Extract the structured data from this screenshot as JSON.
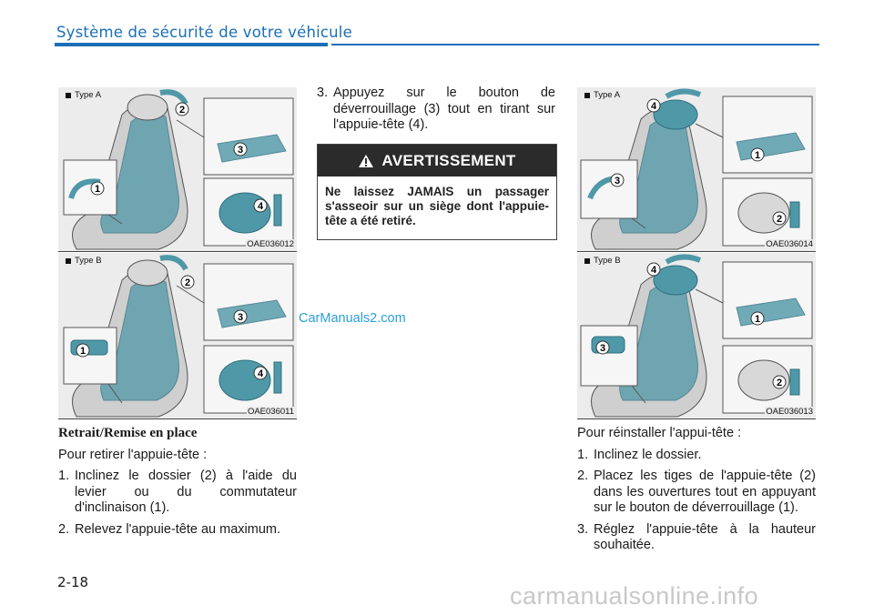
{
  "header": {
    "title": "Système de sécurité de votre véhicule"
  },
  "figures": {
    "left_top": {
      "type_label": "Type A",
      "code": "OAE036012"
    },
    "left_bottom": {
      "type_label": "Type B",
      "code": "OAE036011"
    },
    "right_top": {
      "type_label": "Type A",
      "code": "OAE036014"
    },
    "right_bottom": {
      "type_label": "Type B",
      "code": "OAE036013"
    }
  },
  "callouts": {
    "c1": "1",
    "c2": "2",
    "c3": "3",
    "c4": "4"
  },
  "removal": {
    "title": "Retrait/Remise en place",
    "intro": "Pour retirer l'appuie-tête :",
    "steps": [
      {
        "num": "1.",
        "text": "Inclinez le dossier (2) à l'aide du levier ou du commutateur d'inclinaison (1)."
      },
      {
        "num": "2.",
        "text": "Relevez l'appuie-tête au maximum."
      },
      {
        "num": "3.",
        "text": "Appuyez sur le bouton de déverrouillage (3) tout en tirant sur l'appuie-tête (4)."
      }
    ]
  },
  "warning": {
    "heading": "AVERTISSEMENT",
    "body": "Ne laissez JAMAIS un passager s'asseoir sur un siège dont l'appuie-tête a été retiré."
  },
  "reinstall": {
    "intro": "Pour réinstaller l'appui-tête :",
    "steps": [
      {
        "num": "1.",
        "text": "Inclinez le dossier."
      },
      {
        "num": "2.",
        "text": "Placez les tiges de l'appuie-tête (2) dans les ouvertures tout en appuyant sur le bouton de déverrouillage (1)."
      },
      {
        "num": "3.",
        "text": "Réglez l'appuie-tête à la hauteur souhaitée."
      }
    ]
  },
  "watermark": "CarManuals2.com",
  "page_number": "2-18",
  "footer_watermark": "carmanualsonline.info",
  "colors": {
    "accent": "#1a6fb8",
    "teal_part": "#4f98a8",
    "warning_header": "#2b2b2b",
    "watermark": "#2a9fd8"
  }
}
